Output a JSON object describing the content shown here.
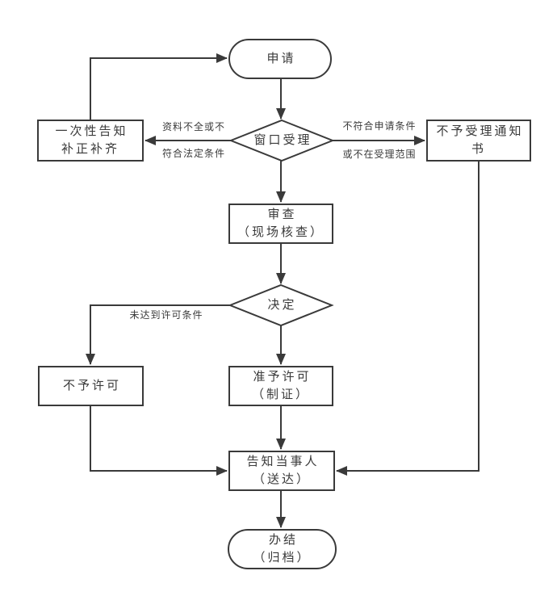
{
  "colors": {
    "line": "#3a3a3a",
    "text": "#3a3a3a",
    "background": "#ffffff"
  },
  "chart_type": "flowchart",
  "nodes": {
    "apply": {
      "label": "申请",
      "shape": "terminator"
    },
    "accept": {
      "label": "窗口受理",
      "shape": "decision"
    },
    "notify": {
      "label": "一次性告知\n补正补齐",
      "shape": "process"
    },
    "reject_notice": {
      "label": "不予受理通知书",
      "shape": "process"
    },
    "review": {
      "label": "审查\n（现场核查）",
      "shape": "process"
    },
    "decide": {
      "label": "决定",
      "shape": "decision"
    },
    "deny": {
      "label": "不予许可",
      "shape": "process"
    },
    "grant": {
      "label": "准予许可\n（制证）",
      "shape": "process"
    },
    "inform": {
      "label": "告知当事人\n（送达）",
      "shape": "process"
    },
    "finish": {
      "label": "办结\n（归档）",
      "shape": "terminator"
    }
  },
  "edge_labels": {
    "accept_to_notify": "资料不全或不\n符合法定条件",
    "accept_to_reject": "不符合申请条件\n或不在受理范围",
    "decide_to_deny": "未达到许可条件"
  },
  "edges": [
    {
      "from": "apply",
      "to": "accept"
    },
    {
      "from": "accept",
      "to": "notify",
      "label": "资料不全或不符合法定条件"
    },
    {
      "from": "accept",
      "to": "reject_notice",
      "label": "不符合申请条件或不在受理范围"
    },
    {
      "from": "notify",
      "to": "apply"
    },
    {
      "from": "accept",
      "to": "review"
    },
    {
      "from": "review",
      "to": "decide"
    },
    {
      "from": "decide",
      "to": "grant"
    },
    {
      "from": "decide",
      "to": "deny",
      "label": "未达到许可条件"
    },
    {
      "from": "grant",
      "to": "inform"
    },
    {
      "from": "deny",
      "to": "inform"
    },
    {
      "from": "reject_notice",
      "to": "inform"
    },
    {
      "from": "inform",
      "to": "finish"
    }
  ]
}
